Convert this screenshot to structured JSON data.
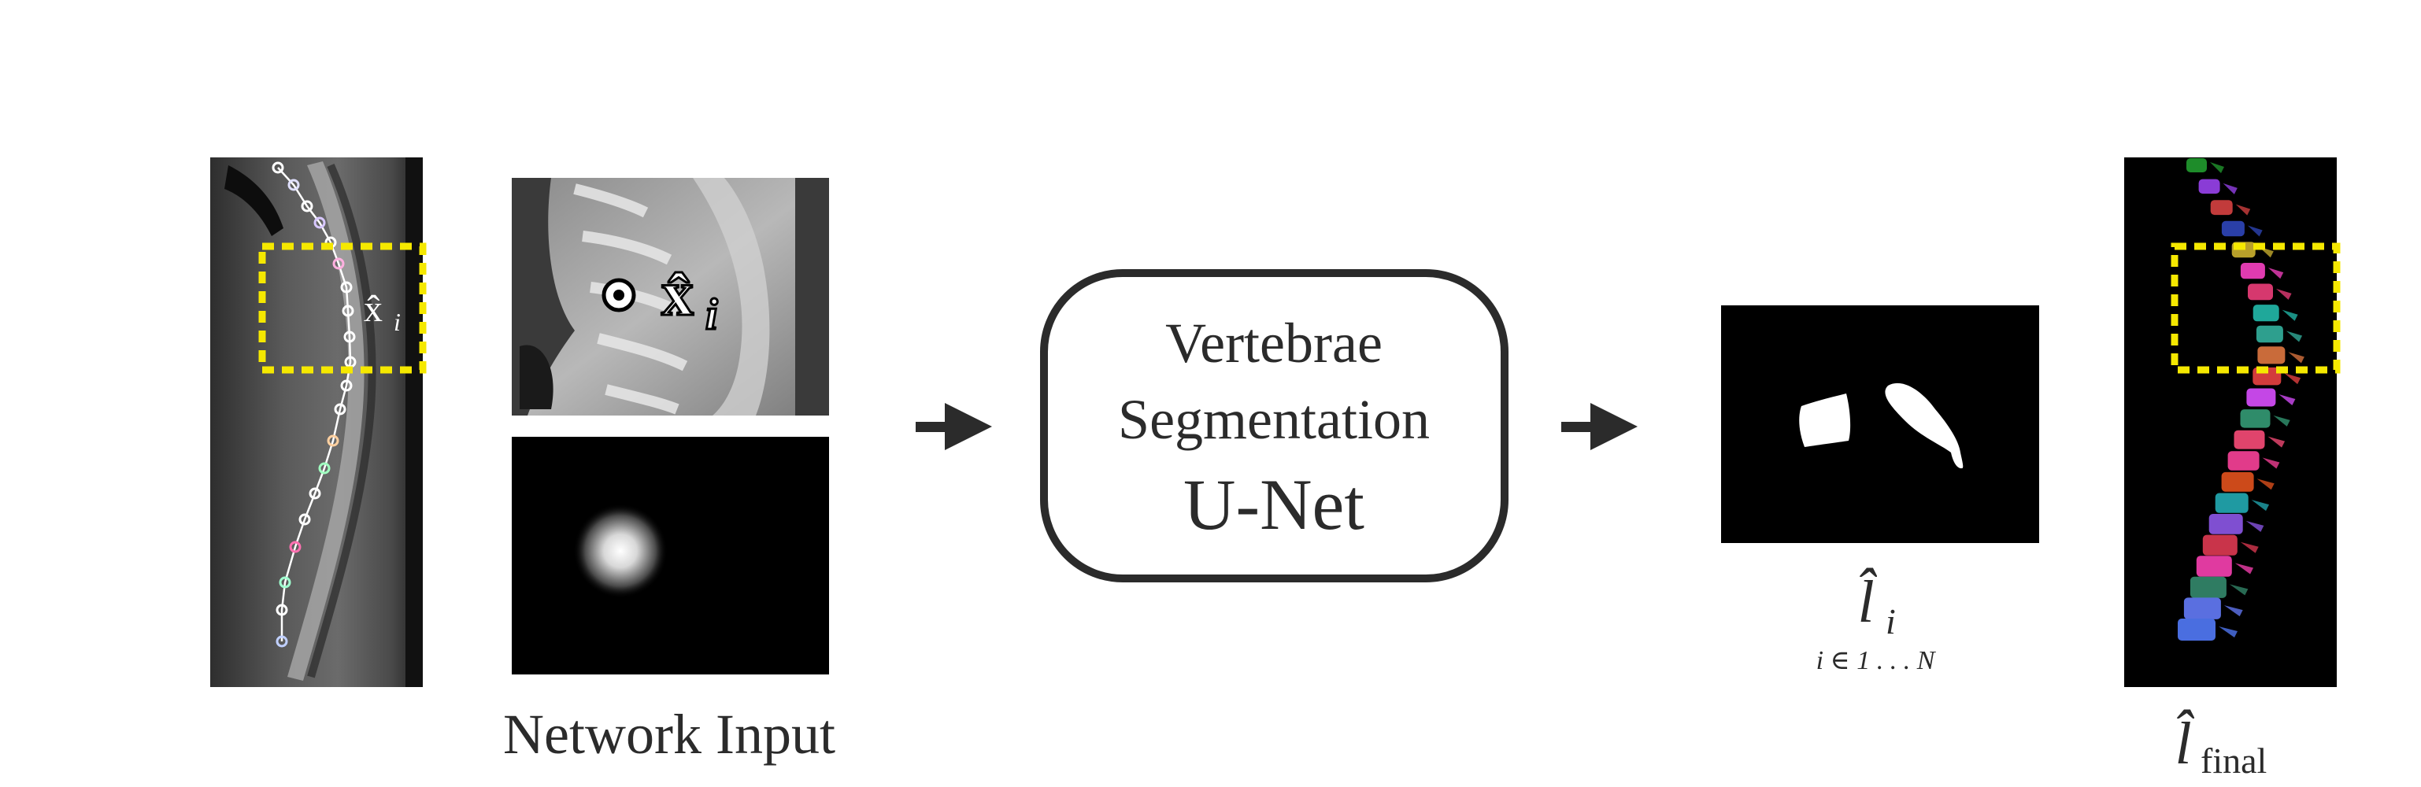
{
  "input_ct": {
    "landmark_label": "x̂",
    "landmark_subscript": "i"
  },
  "network_input": {
    "overlay_label": "x̂",
    "overlay_subscript": "i",
    "caption": "Network Input"
  },
  "unet": {
    "line1": "Vertebrae",
    "line2": "Segmentation",
    "line3": "U-Net"
  },
  "output_mask": {
    "label": "l̂",
    "label_subscript": "i",
    "index_text": "i ∈ 1 . . . N"
  },
  "final_output": {
    "label": "l̂",
    "label_subscript": "final"
  },
  "colors": {
    "text": "#2b2b2b",
    "roi_box": "#f5e800",
    "arrow": "#2b2b2b"
  },
  "vertebra_colors": [
    "#1e8c2a",
    "#8a3cd6",
    "#c23b3b",
    "#2a3fa8",
    "#b8a02a",
    "#e03bb0",
    "#d6386e",
    "#1fa89a",
    "#2e9f8e",
    "#c96b3a",
    "#d33c3c",
    "#c447e6",
    "#2f8c6a",
    "#e0446c",
    "#e13b8a",
    "#cc4a1a",
    "#1f9aa2",
    "#7f4fd1",
    "#c9344a",
    "#e03aa0",
    "#2f7c62",
    "#5a6fe0",
    "#4a6ee0"
  ]
}
